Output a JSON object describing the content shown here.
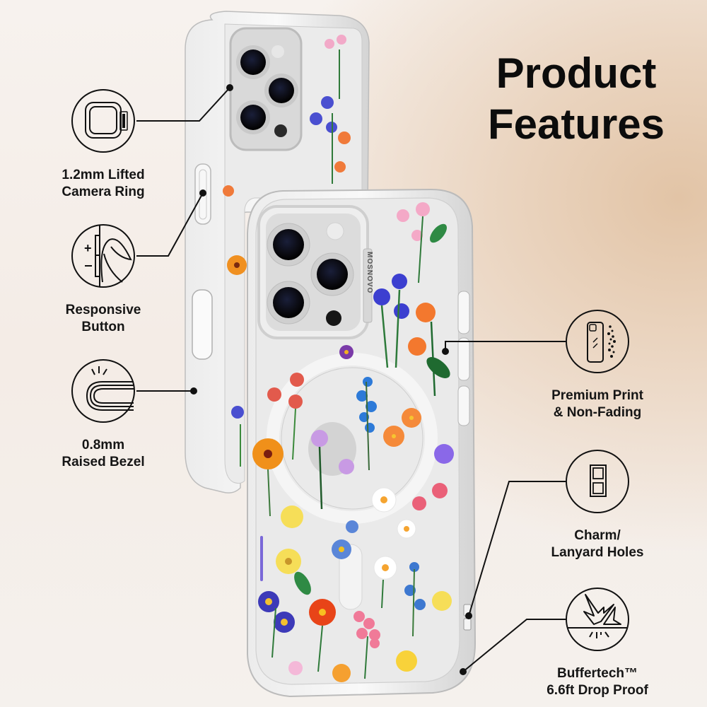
{
  "heading": {
    "line1": "Product",
    "line2": "Features"
  },
  "brand_mark": "MOSNOVO",
  "features": [
    {
      "id": "camera-ring",
      "icon": "camera-ring-icon",
      "line1": "1.2mm Lifted",
      "line2": "Camera Ring"
    },
    {
      "id": "responsive-button",
      "icon": "button-press-icon",
      "line1": "Responsive",
      "line2": "Button"
    },
    {
      "id": "raised-bezel",
      "icon": "raised-bezel-icon",
      "line1": "0.8mm",
      "line2": "Raised Bezel"
    },
    {
      "id": "premium-print",
      "icon": "phone-print-icon",
      "line1": "Premium Print",
      "line2": "& Non-Fading"
    },
    {
      "id": "lanyard-holes",
      "icon": "lanyard-holes-icon",
      "line1": "Charm/",
      "line2": "Lanyard Holes"
    },
    {
      "id": "drop-proof",
      "icon": "impact-icon",
      "line1": "Buffertech™",
      "line2": "6.6ft Drop Proof"
    }
  ],
  "colors": {
    "text": "#111111",
    "bg_light": "#f6f1ec",
    "bg_warm": "#e2c4a6",
    "case_edge": "#dcdcdc"
  }
}
